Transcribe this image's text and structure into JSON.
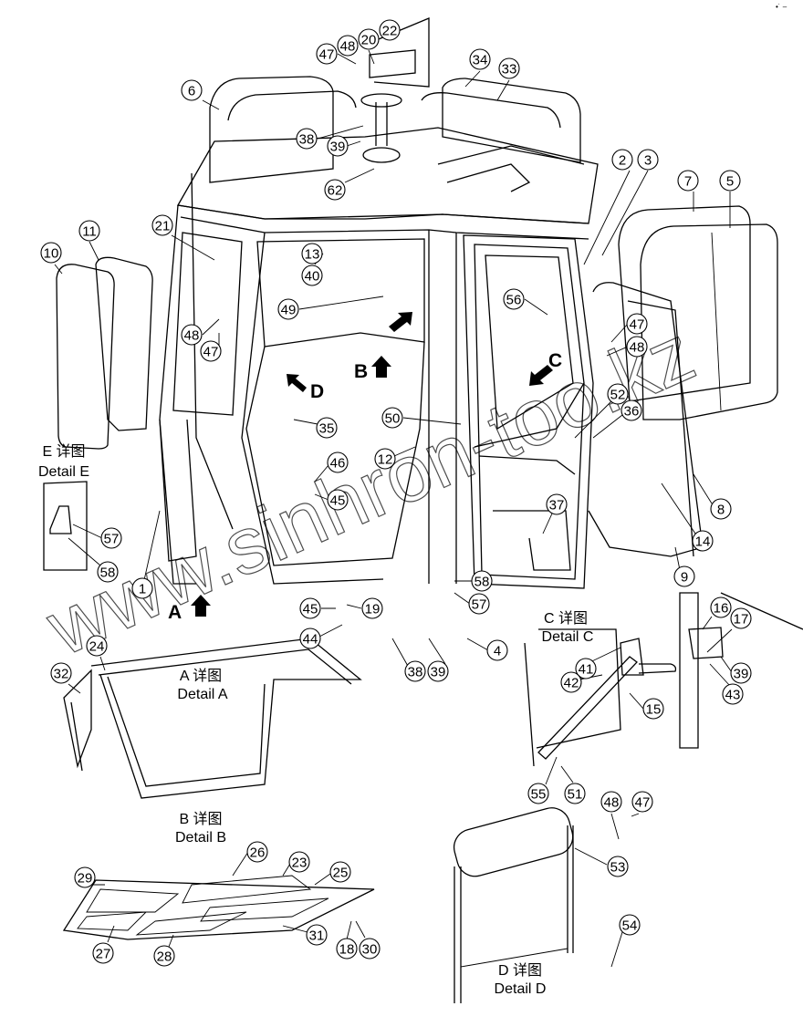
{
  "watermark": "www.sinhron-too.kz",
  "corner_mark": "•˙ –",
  "callouts": [
    "47",
    "48",
    "20",
    "22",
    "6",
    "34",
    "33",
    "38",
    "39",
    "62",
    "2",
    "3",
    "7",
    "5",
    "11",
    "10",
    "21",
    "13",
    "40",
    "49",
    "56",
    "47",
    "48",
    "48",
    "47",
    "52",
    "36",
    "50",
    "35",
    "12",
    "46",
    "45",
    "37",
    "8",
    "14",
    "9",
    "57",
    "58",
    "1",
    "58",
    "57",
    "45",
    "19",
    "44",
    "38",
    "39",
    "4",
    "16",
    "17",
    "41",
    "42",
    "15",
    "39",
    "43",
    "24",
    "32",
    "55",
    "51",
    "48",
    "47",
    "26",
    "23",
    "25",
    "29",
    "53",
    "31",
    "18",
    "30",
    "27",
    "28",
    "54"
  ],
  "view_arrows": [
    "A",
    "B",
    "C",
    "D"
  ],
  "details": [
    {
      "cn": "E 详图",
      "en": "Detail E"
    },
    {
      "cn": "A 详图",
      "en": "Detail A"
    },
    {
      "cn": "B 详图",
      "en": "Detail B"
    },
    {
      "cn": "C 详图",
      "en": "Detail C"
    },
    {
      "cn": "D 详图",
      "en": "Detail D"
    }
  ]
}
